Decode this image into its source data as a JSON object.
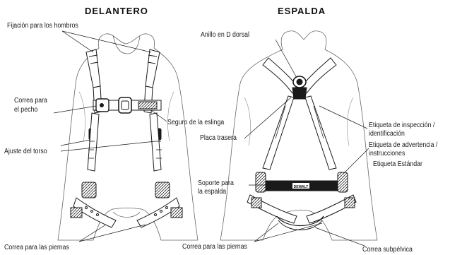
{
  "views": {
    "front_title": "DELANTERO",
    "back_title": "ESPALDA"
  },
  "front_labels": {
    "shoulder": "Fijación para los hombros",
    "chest_1": "Correa para",
    "chest_2": "el pecho",
    "lanyard": "Seguro de la eslinga",
    "torso": "Ajuste del torso",
    "legs": "Correa para las piernas"
  },
  "back_labels": {
    "dring": "Anillo en D dorsal",
    "backplate": "Placa trasera",
    "support_1": "Soporte para",
    "support_2": "la espalda",
    "legs": "Correa para las piernas",
    "subpelvic": "Correa subpélvica",
    "inspection_1": "Etiqueta de inspección /",
    "inspection_2": "identificación",
    "warning_1": "Etiqueta de advertencia /",
    "warning_2": "instrucciones",
    "standard": "Etiqueta Estándar",
    "brand": "DEWALT"
  },
  "colors": {
    "line": "#1a1a1a",
    "strap_fill": "#ffffff",
    "dark": "#1a1a1a"
  }
}
